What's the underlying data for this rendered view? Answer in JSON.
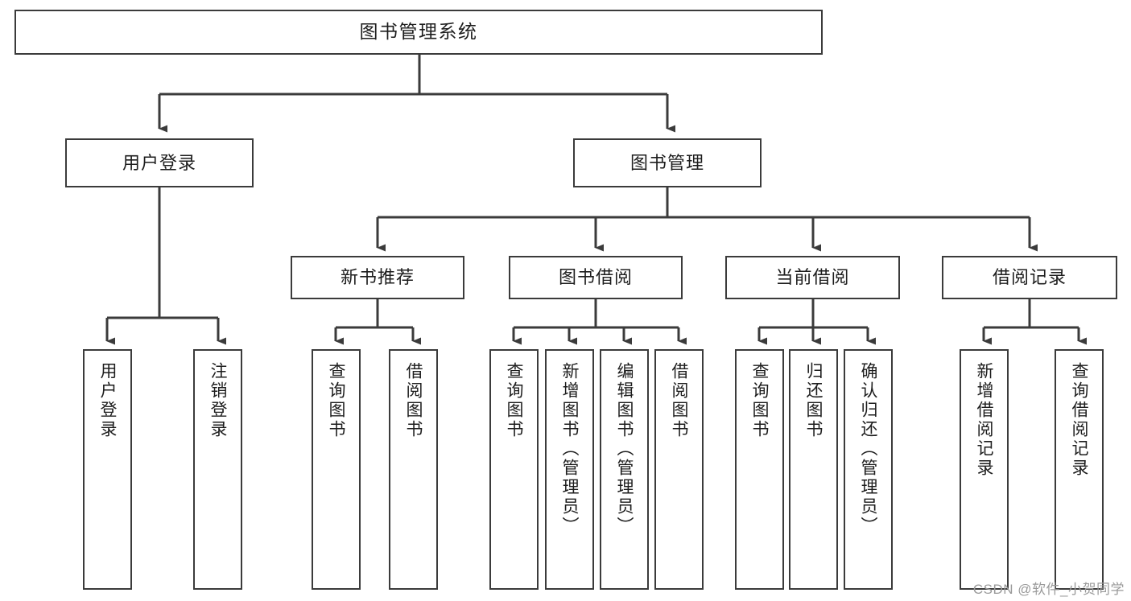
{
  "diagram": {
    "title": "图书管理系统",
    "stroke_color": "#3b3b3b",
    "fill_color": "#ffffff",
    "text_color": "#1d1d1d"
  },
  "root": {
    "label": "图书管理系统"
  },
  "level2": [
    {
      "label": "用户登录"
    },
    {
      "label": "图书管理"
    }
  ],
  "level3": [
    {
      "label": "新书推荐"
    },
    {
      "label": "图书借阅"
    },
    {
      "label": "当前借阅"
    },
    {
      "label": "借阅记录"
    }
  ],
  "leaves": {
    "user_login": [
      {
        "label": "用户登录"
      },
      {
        "label": "注销登录"
      }
    ],
    "new_book": [
      {
        "label": "查询图书"
      },
      {
        "label": "借阅图书"
      }
    ],
    "book_borrow": [
      {
        "label": "查询图书"
      },
      {
        "label": "新增图书（管理员）"
      },
      {
        "label": "编辑图书（管理员）"
      },
      {
        "label": "借阅图书"
      }
    ],
    "current_borrow": [
      {
        "label": "查询图书"
      },
      {
        "label": "归还图书"
      },
      {
        "label": "确认归还（管理员）"
      }
    ],
    "borrow_record": [
      {
        "label": "新增借阅记录"
      },
      {
        "label": "查询借阅记录"
      }
    ]
  },
  "watermark": {
    "text": "CSDN @软件_小贺同学"
  }
}
